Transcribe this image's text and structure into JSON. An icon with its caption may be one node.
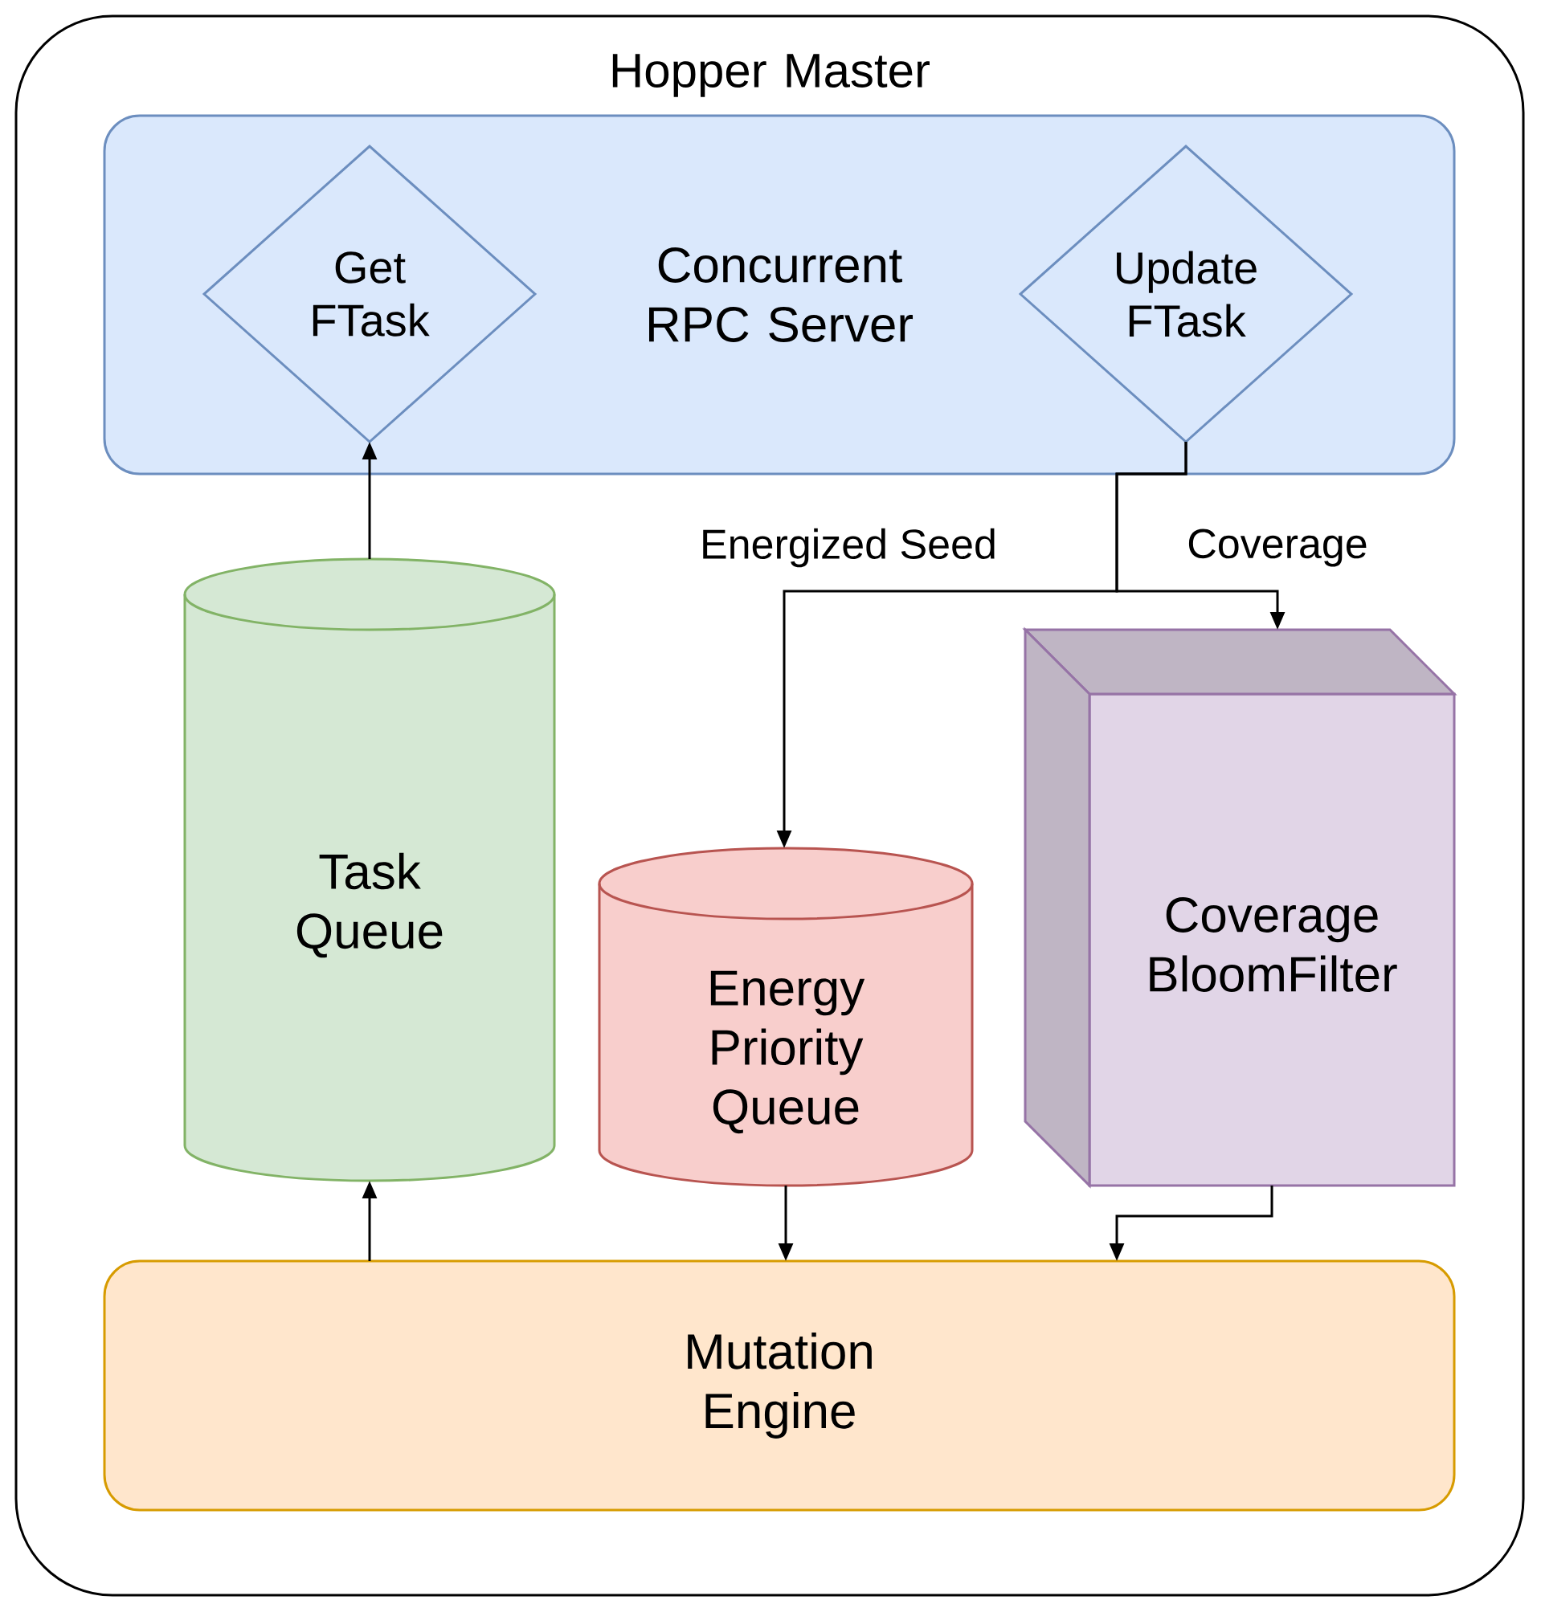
{
  "diagram": {
    "nodes": [
      {
        "text": [
          "Hopper Master"
        ]
      },
      {
        "text": [
          "Concurrent RPC Server"
        ],
        "in": 0
      },
      {
        "text": [
          "Get FTask"
        ],
        "in": 1
      },
      {
        "text": [
          "Update FTask"
        ],
        "in": 1
      },
      {
        "text": [
          "Task Queue"
        ],
        "in": 0
      },
      {
        "text": [
          "Energy Priority Queue"
        ],
        "in": 0
      },
      {
        "text": [
          "Coverage BloomFilter"
        ],
        "in": 0
      },
      {
        "text": [
          "Mutation Engine"
        ],
        "in": 0
      }
    ],
    "edges": [
      {
        "from": 4,
        "to": 2,
        "arrow": "to"
      },
      {
        "from": 7,
        "to": 4,
        "arrow": "to"
      },
      {
        "from": 3,
        "to": 5,
        "arrow": "to",
        "label": "Energized Seed"
      },
      {
        "from": 3,
        "to": 6,
        "arrow": "to",
        "label": "Coverage"
      },
      {
        "from": 5,
        "to": 7,
        "arrow": "to"
      },
      {
        "from": 6,
        "to": 7,
        "arrow": "to"
      }
    ]
  }
}
